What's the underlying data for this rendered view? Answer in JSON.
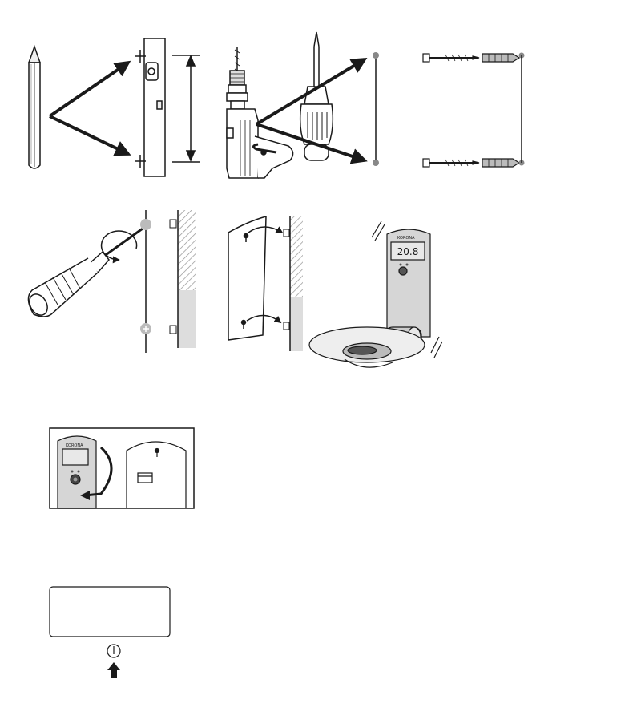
{
  "brand": {
    "name_large": "KORONA",
    "name_small": "KORONA"
  },
  "display": {
    "temperature_reading": "20.8",
    "unit_mark": "°"
  },
  "power_symbol": "⏻",
  "colors": {
    "line": "#1a1a1a",
    "device_gray": "#d6d6d6",
    "screen": "#e8e8e8",
    "hatch": "#9a9a9a"
  }
}
